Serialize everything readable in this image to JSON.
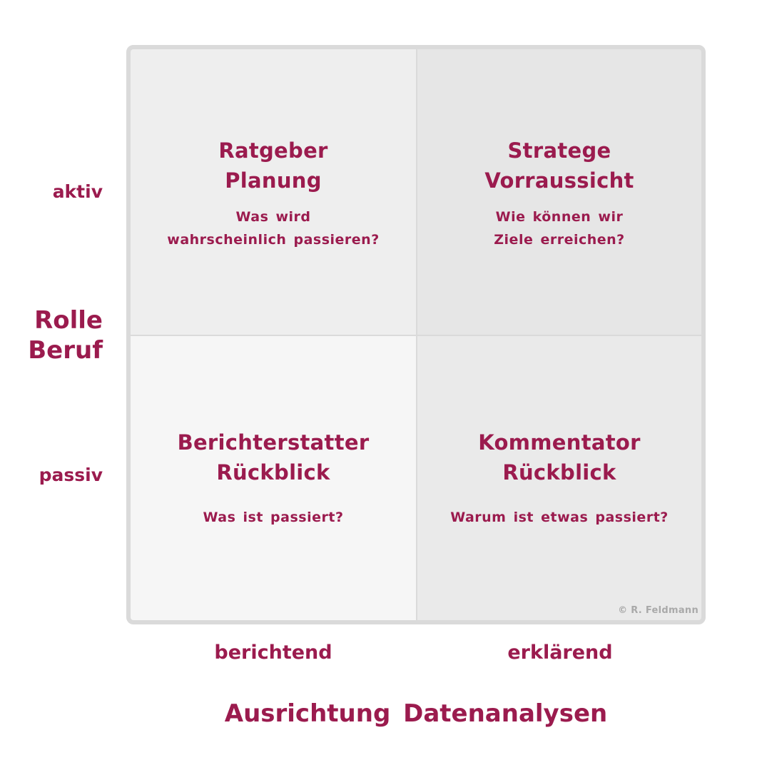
{
  "matrix": {
    "top_left": {
      "title_line1": "Ratgeber",
      "title_line2": "Planung",
      "question_line1": "Was wird",
      "question_line2": "wahrscheinlich passieren?"
    },
    "top_right": {
      "title_line1": "Stratege",
      "title_line2": "Vorraussicht",
      "question_line1": "Wie können wir",
      "question_line2": "Ziele erreichen?"
    },
    "bottom_left": {
      "title_line1": "Berichterstatter",
      "title_line2": "Rückblick",
      "question_line1": "Was ist passiert?"
    },
    "bottom_right": {
      "title_line1": "Kommentator",
      "title_line2": "Rückblick",
      "question_line1": "Warum ist etwas passiert?"
    },
    "copyright": "© R. Feldmann"
  },
  "y_axis": {
    "title_line1": "Rolle",
    "title_line2": "Beruf",
    "top_label": "aktiv",
    "bottom_label": "passiv"
  },
  "x_axis": {
    "title": "Ausrichtung Datenanalysen",
    "left_label": "berichtend",
    "right_label": "erklärend"
  },
  "colors": {
    "text": "#9b1b4e",
    "frame": "#dadada",
    "copyright": "#a9a9a9"
  }
}
